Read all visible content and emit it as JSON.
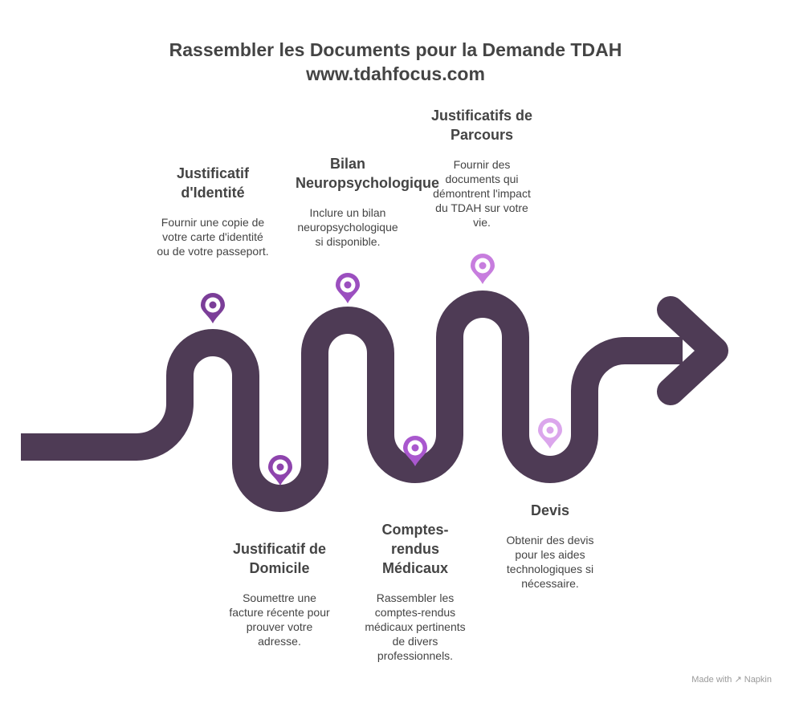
{
  "header": {
    "title": "Rassembler les Documents pour la Demande TDAH",
    "subtitle": "www.tdahfocus.com"
  },
  "steps": [
    {
      "title": "Justificatif d'Identité",
      "text": "Fournir une copie de votre carte d'identité ou de votre passeport.",
      "color": "#7B3E98"
    },
    {
      "title": "Justificatif de Domicile",
      "text": "Soumettre une facture récente pour prouver votre adresse.",
      "color": "#8E44AD"
    },
    {
      "title": "Bilan Neuropsychologique",
      "text": "Inclure un bilan neuropsychologique si disponible.",
      "color": "#9B4FBF"
    },
    {
      "title": "Comptes-rendus Médicaux",
      "text": "Rassembler les comptes-rendus médicaux pertinents de divers professionnels.",
      "color": "#A958CE"
    },
    {
      "title": "Justificatifs de Parcours",
      "text": "Fournir des documents qui démontrent l'impact du TDAH sur votre vie.",
      "color": "#C77DDE"
    },
    {
      "title": "Devis",
      "text": "Obtenir des devis pour les aides technologiques si nécessaire.",
      "color": "#DBA6EC"
    }
  ],
  "road_color": "#4E3B55",
  "footer": {
    "label": "Made with",
    "brand": "Napkin"
  }
}
